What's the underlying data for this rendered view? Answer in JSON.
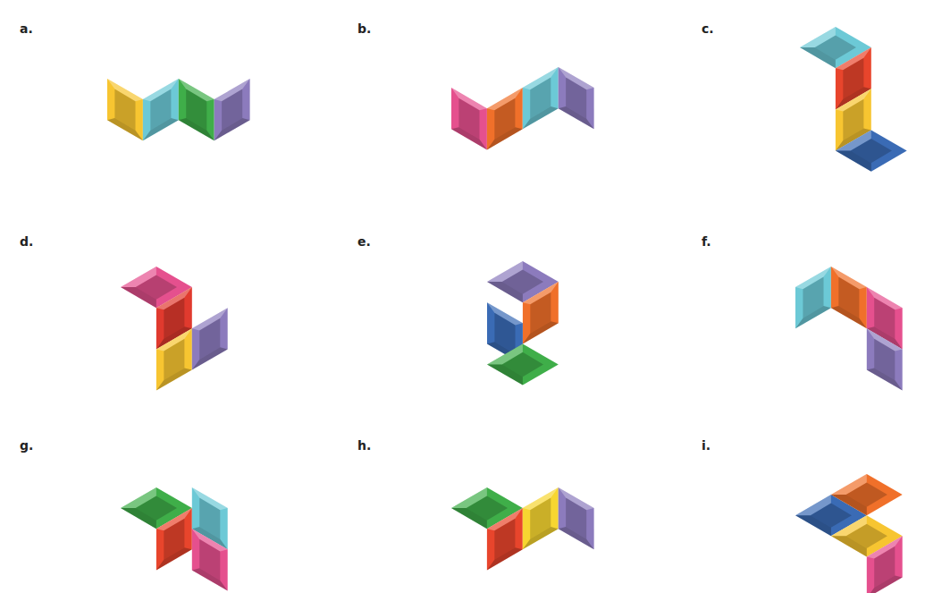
{
  "diagram": {
    "labels": [
      "a.",
      "b.",
      "c.",
      "d.",
      "e.",
      "f.",
      "g.",
      "h.",
      "i."
    ]
  }
}
